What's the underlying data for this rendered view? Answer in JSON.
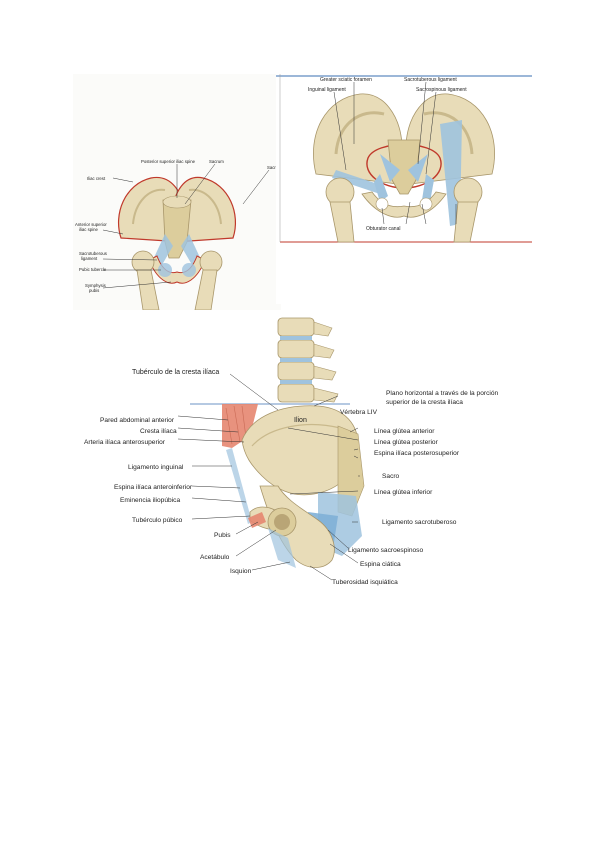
{
  "panel_a": {
    "labels": {
      "iliac_crest": "Iliac crest",
      "posterior_superior_iliac_spine": "Posterior superior iliac spine",
      "sacrum": "Sacrum",
      "sacroiliac": "Sacr",
      "anterior_superior_iliac_spine_1": "Anterior superior",
      "anterior_superior_iliac_spine_2": "iliac spine",
      "sacrotuberous_1": "Sacrotuberous",
      "sacrotuberous_2": "ligament",
      "pubic_tubercle": "Pubic tubercle",
      "pubic_symphysis_1": "Symphysis",
      "pubic_symphysis_2": "pubis"
    }
  },
  "panel_b": {
    "labels": {
      "greater_sciatic_foramen": "Greater sciatic foramen",
      "sacrotuberous_ligament": "Sacrotuberous ligament",
      "inguinal_ligament": "Inguinal ligament",
      "sacrospinous_ligament": "Sacrospinous ligament",
      "obturator_canal": "Obturator canal"
    }
  },
  "panel_c": {
    "labels": {
      "tuberculo_cresta": "Tubérculo de la cresta ilíaca",
      "plano_1": "Plano horizontal a través de la porción",
      "plano_2": "superior de la cresta ilíaca",
      "vertebra": "Vértebra LIV",
      "pared": "Pared abdominal anterior",
      "cresta": "Cresta ilíaca",
      "ilion": "Ilion",
      "linea_anterior": "Línea glútea anterior",
      "arteria": "Arteria ilíaca anterosuperior",
      "linea_posterior": "Línea glútea posterior",
      "espina_posterosuperior": "Espina ilíaca posterosuperior",
      "ligamento_inguinal": "Ligamento inguinal",
      "sacro": "Sacro",
      "espina_anteroinferior": "Espina ilíaca anteroinferior",
      "linea_inferior": "Línea glútea inferior",
      "eminencia": "Eminencia iliopúbica",
      "ligamento_sacrotuberoso": "Ligamento sacrotuberoso",
      "tuberculo_pubico": "Tubérculo púbico",
      "pubis": "Pubis",
      "ligamento_sacroespinoso": "Ligamento sacroespinoso",
      "acetabulo": "Acetábulo",
      "espina_ciatica": "Espina ciática",
      "isquion": "Isquion",
      "tuberosidad": "Tuberosidad isquiática"
    }
  },
  "colors": {
    "bone": "#e8dcb8",
    "bone_shadow": "#c9b98c",
    "ligament": "#9fc3de",
    "muscle": "#e58670",
    "outline_red": "#c0392b",
    "line_blue": "#3a6fb0"
  }
}
